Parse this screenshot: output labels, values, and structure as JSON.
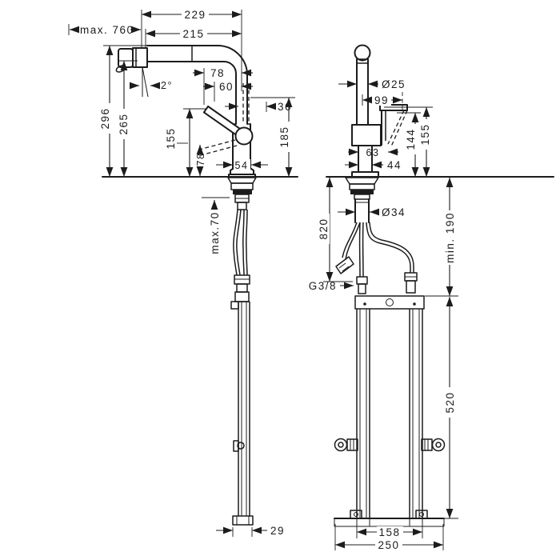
{
  "drawing_type": "faucet installation dimensional drawing",
  "colors": {
    "ink": "#1c1c1c",
    "bg": "#ffffff"
  },
  "side_view": {
    "dims": {
      "pullout": "max. 760",
      "reach": "229",
      "reach2": "215",
      "angle": "2°",
      "off78": "78",
      "off60": "60",
      "off36": "36",
      "h296": "296",
      "h265": "265",
      "h155": "155",
      "h78": "78",
      "w54": "54",
      "h185": "185",
      "counter": "max.70",
      "d29": "29"
    }
  },
  "front_view": {
    "dims": {
      "dia25": "Ø25",
      "r99": "99",
      "h144": "144",
      "h155": "155",
      "w63": "63",
      "w44": "44",
      "dia34": "Ø34",
      "l820": "820",
      "thread": "G3/8",
      "min190": "min. 190",
      "f520": "520",
      "s158": "158",
      "b250": "250"
    }
  }
}
